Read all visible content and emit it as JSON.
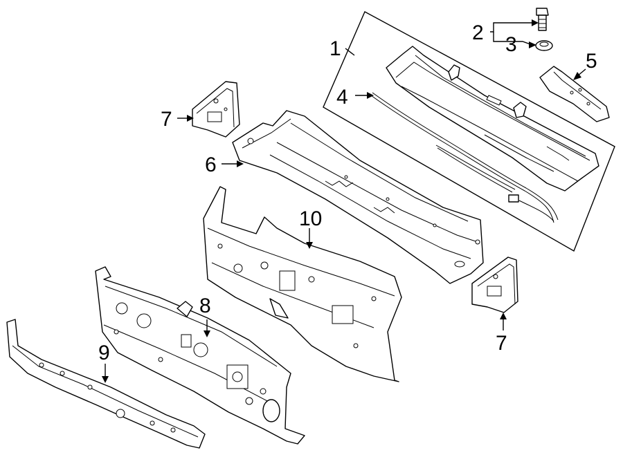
{
  "diagram": {
    "callouts": [
      {
        "id": "c1",
        "label": "1"
      },
      {
        "id": "c2",
        "label": "2"
      },
      {
        "id": "c3",
        "label": "3"
      },
      {
        "id": "c4",
        "label": "4"
      },
      {
        "id": "c5",
        "label": "5"
      },
      {
        "id": "c6",
        "label": "6"
      },
      {
        "id": "c7a",
        "label": "7"
      },
      {
        "id": "c7b",
        "label": "7"
      },
      {
        "id": "c8",
        "label": "8"
      },
      {
        "id": "c9",
        "label": "9"
      },
      {
        "id": "c10",
        "label": "10"
      }
    ]
  }
}
